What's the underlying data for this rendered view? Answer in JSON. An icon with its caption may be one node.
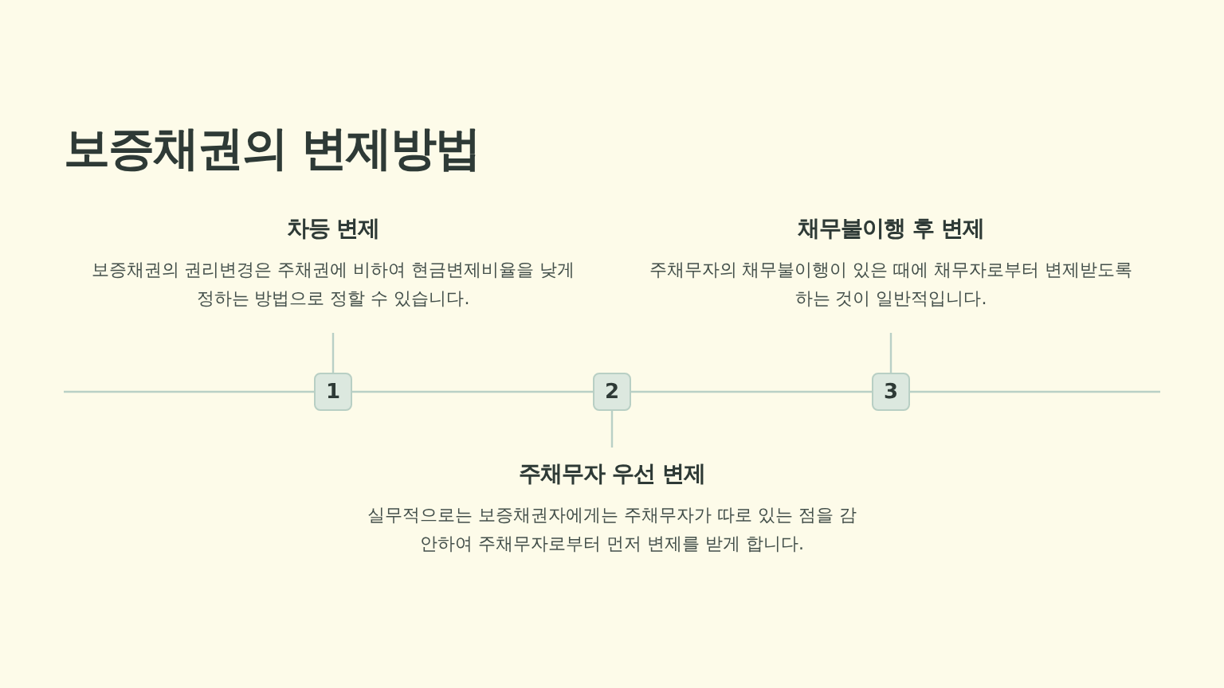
{
  "diagram": {
    "title": "보증채권의 변제방법",
    "nodes": [
      {
        "text": [
          "1"
        ]
      },
      {
        "text": [
          "2"
        ]
      },
      {
        "text": [
          "3"
        ]
      },
      {
        "text": [
          "차등 변제",
          "보증채권의 권리변경은 주채권에 비하여 현금변제비율을 낮게 정하는 방법으로 정할 수 있습니다."
        ]
      },
      {
        "text": [
          "주채무자 우선 변제",
          "실무적으로는 보증채권자에게는 주채무자가 따로 있는 점을 감안하여 주채무자로부터 먼저 변제를 받게 합니다."
        ]
      },
      {
        "text": [
          "채무불이행 후 변제",
          "주채무자의 채무불이행이 있은 때에 채무자로부터 변제받도록 하는 것이 일반적입니다."
        ]
      }
    ],
    "edges": [
      {
        "from": 0,
        "to": 1,
        "arrow": "none"
      },
      {
        "from": 1,
        "to": 2,
        "arrow": "none"
      },
      {
        "from": 3,
        "to": 0,
        "arrow": "none"
      },
      {
        "from": 4,
        "to": 1,
        "arrow": "none"
      },
      {
        "from": 5,
        "to": 2,
        "arrow": "none"
      }
    ]
  }
}
